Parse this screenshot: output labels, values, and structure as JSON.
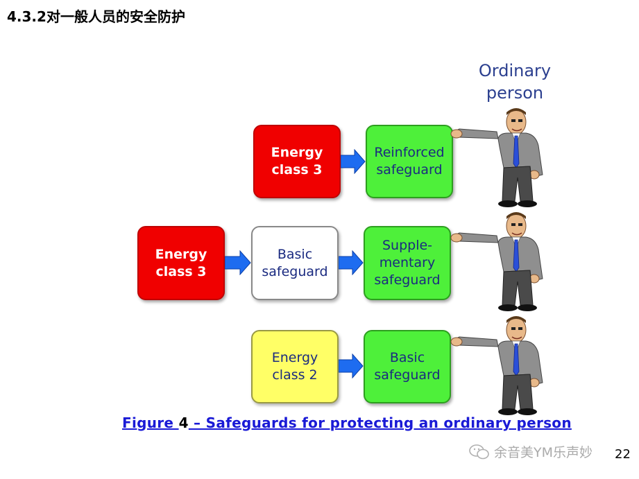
{
  "heading": "4.3.2对一般人员的安全防护",
  "person_label": "Ordinary\nperson",
  "rows": [
    {
      "boxes": [
        "Energy\nclass 3",
        "Reinforced\nsafeguard"
      ]
    },
    {
      "boxes": [
        "Energy\nclass 3",
        "Basic\nsafeguard",
        "Supple-\nmentary\nsafeguard"
      ]
    },
    {
      "boxes": [
        "Energy\nclass 2",
        "Basic\nsafeguard"
      ]
    }
  ],
  "caption": {
    "prefix": "Figure ",
    "number": "4",
    "rest": " – Safeguards for protecting an ordinary person"
  },
  "watermark": "余音美YM乐声妙",
  "page_number": "22",
  "colors": {
    "red": "#f00000",
    "green": "#4ef03a",
    "yellow": "#ffff66",
    "arrow": "#1e6cf0",
    "caption": "#1a1ad6"
  },
  "icons": [
    "arrow-right-icon",
    "ordinary-person-figure",
    "wechat-logo-icon"
  ]
}
